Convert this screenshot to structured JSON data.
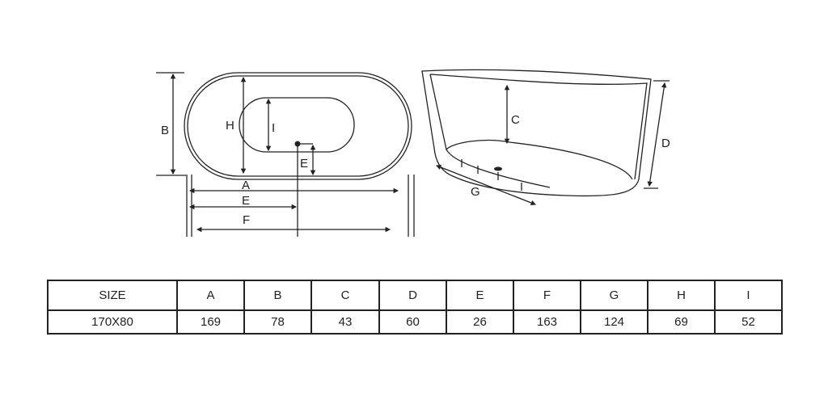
{
  "labels": {
    "top_view": {
      "B": "B",
      "H": "H",
      "I": "I",
      "E_vertical": "E",
      "A": "A",
      "E": "E",
      "F": "F"
    },
    "side_view": {
      "C": "C",
      "D": "D",
      "G": "G"
    }
  },
  "table": {
    "headers": [
      "SIZE",
      "A",
      "B",
      "C",
      "D",
      "E",
      "F",
      "G",
      "H",
      "I"
    ],
    "rows": [
      [
        "170X80",
        "169",
        "78",
        "43",
        "60",
        "26",
        "163",
        "124",
        "69",
        "52"
      ]
    ]
  },
  "colors": {
    "line": "#222222"
  }
}
